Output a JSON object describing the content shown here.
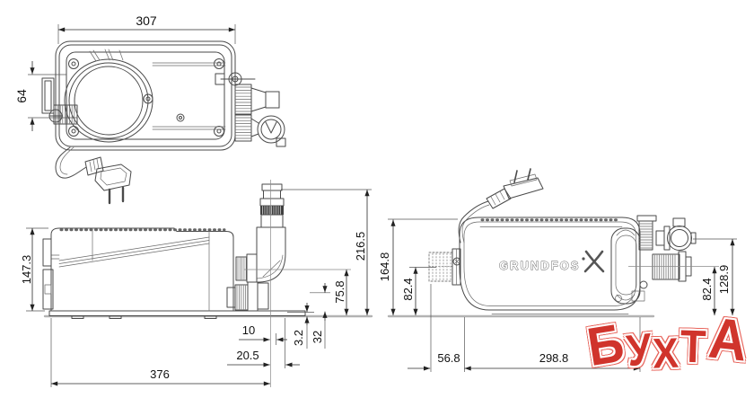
{
  "top_view": {
    "dim_width": "307",
    "dim_inlet_offset": "64"
  },
  "side_view": {
    "dim_body_height": "147.3",
    "dim_total_height": "216.5",
    "dim_outlet_center": "75.8",
    "dim_pipe_offset": "10",
    "dim_base_thickness": "3.2",
    "dim_lower_outlet": "32",
    "dim_pipe_edge": "20.5",
    "dim_length": "376"
  },
  "front_view": {
    "brand": "GRUNDFOS",
    "dim_height": "164.8",
    "dim_inlet_center": "82.4",
    "dim_outlet_center": "82.4",
    "dim_valve_center": "128.9",
    "dim_inlet_offset": "56.8",
    "dim_length": "298.8"
  },
  "watermark": {
    "text": "БУХТА",
    "letters": [
      "Б",
      "У",
      "Х",
      "Т",
      "А"
    ],
    "color": "#d0342c"
  }
}
